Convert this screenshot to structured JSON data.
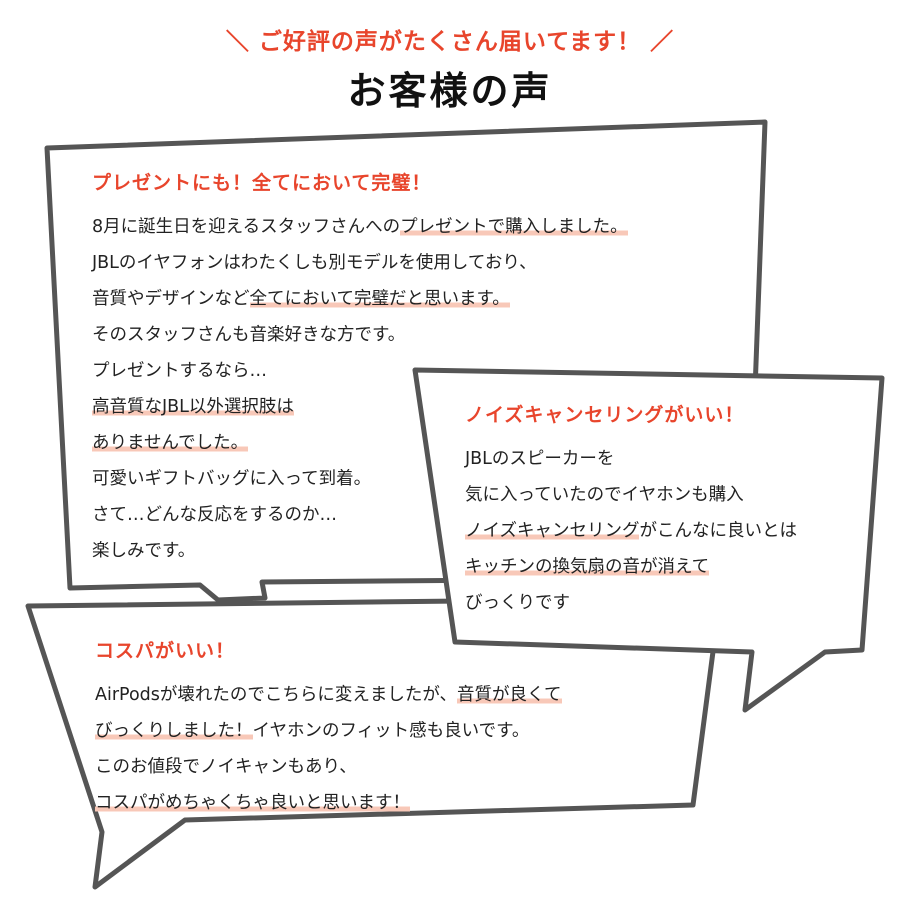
{
  "header": {
    "subtitle": "＼ ご好評の声がたくさん届いてます！ ／",
    "title": "お客様の声"
  },
  "colors": {
    "accent": "#e8452c",
    "highlight": "#f8c8b8",
    "bubble_border": "#555555",
    "bubble_fill": "#ffffff"
  },
  "reviews": [
    {
      "heading": "プレゼントにも！全てにおいて完璧！",
      "lines": [
        {
          "pre": "8月に誕生日を迎えるスタッフさんへの",
          "hl": "プレゼントで購入しました。",
          "post": ""
        },
        {
          "pre": "JBLのイヤフォンはわたくしも別モデルを使用しており、",
          "hl": "",
          "post": ""
        },
        {
          "pre": "音質やデザインなど",
          "hl": "全てにおいて完璧だと思います。",
          "post": ""
        },
        {
          "pre": "そのスタッフさんも音楽好きな方です。",
          "hl": "",
          "post": ""
        },
        {
          "pre": "プレゼントするなら…",
          "hl": "",
          "post": ""
        },
        {
          "pre": "",
          "hl": "高音質なJBL以外選択肢は",
          "post": ""
        },
        {
          "pre": "",
          "hl": "ありませんでした。",
          "post": ""
        },
        {
          "pre": "可愛いギフトバッグに入って到着。",
          "hl": "",
          "post": ""
        },
        {
          "pre": "さて…どんな反応をするのか…",
          "hl": "",
          "post": ""
        },
        {
          "pre": "楽しみです。",
          "hl": "",
          "post": ""
        }
      ]
    },
    {
      "heading": "ノイズキャンセリングがいい！",
      "lines": [
        {
          "pre": "JBLのスピーカーを",
          "hl": "",
          "post": ""
        },
        {
          "pre": "気に入っていたのでイヤホンも購入",
          "hl": "",
          "post": ""
        },
        {
          "pre": "",
          "hl": "ノイズキャンセリング",
          "post": "がこんなに良いとは"
        },
        {
          "pre": "",
          "hl": "キッチンの換気扇の音が消えて",
          "post": ""
        },
        {
          "pre": "びっくりです",
          "hl": "",
          "post": ""
        }
      ]
    },
    {
      "heading": "コスパがいい！",
      "lines": [
        {
          "pre": "AirPodsが壊れたのでこちらに変えましたが、",
          "hl": "音質が良くて",
          "post": ""
        },
        {
          "pre": "",
          "hl": "びっくりしました！",
          "post": "イヤホンのフィット感も良いです。"
        },
        {
          "pre": "このお値段でノイキャンもあり、",
          "hl": "",
          "post": ""
        },
        {
          "pre": "",
          "hl": "コスパがめちゃくちゃ良いと思います！",
          "post": ""
        }
      ]
    }
  ]
}
